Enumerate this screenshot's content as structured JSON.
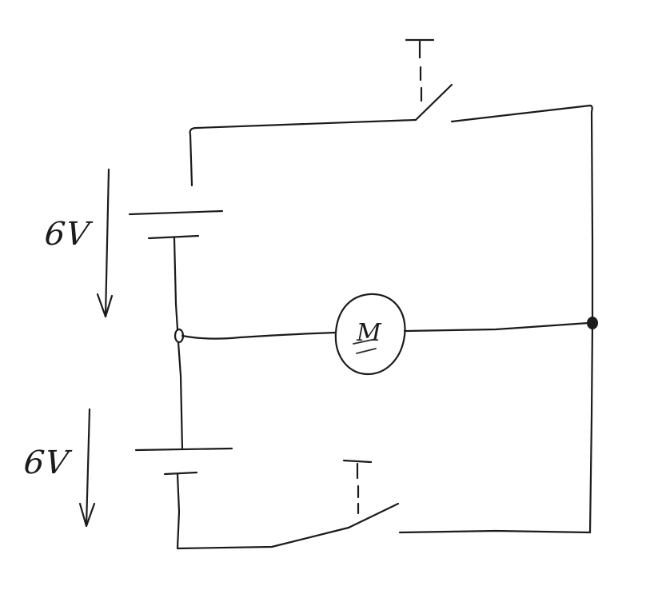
{
  "batteries": [
    {
      "label": "6V"
    },
    {
      "label": "6V"
    }
  ],
  "motor": {
    "symbol": "M",
    "icon": "motor-icon"
  },
  "switches": [
    {
      "icon": "push-button-switch-icon",
      "state": "open"
    },
    {
      "icon": "push-button-switch-icon",
      "state": "open"
    }
  ],
  "junctions": [
    {
      "style": "open-circle"
    },
    {
      "style": "filled-dot"
    }
  ],
  "colors": {
    "ink": "#1b1b1b",
    "paper": "#ffffff"
  }
}
